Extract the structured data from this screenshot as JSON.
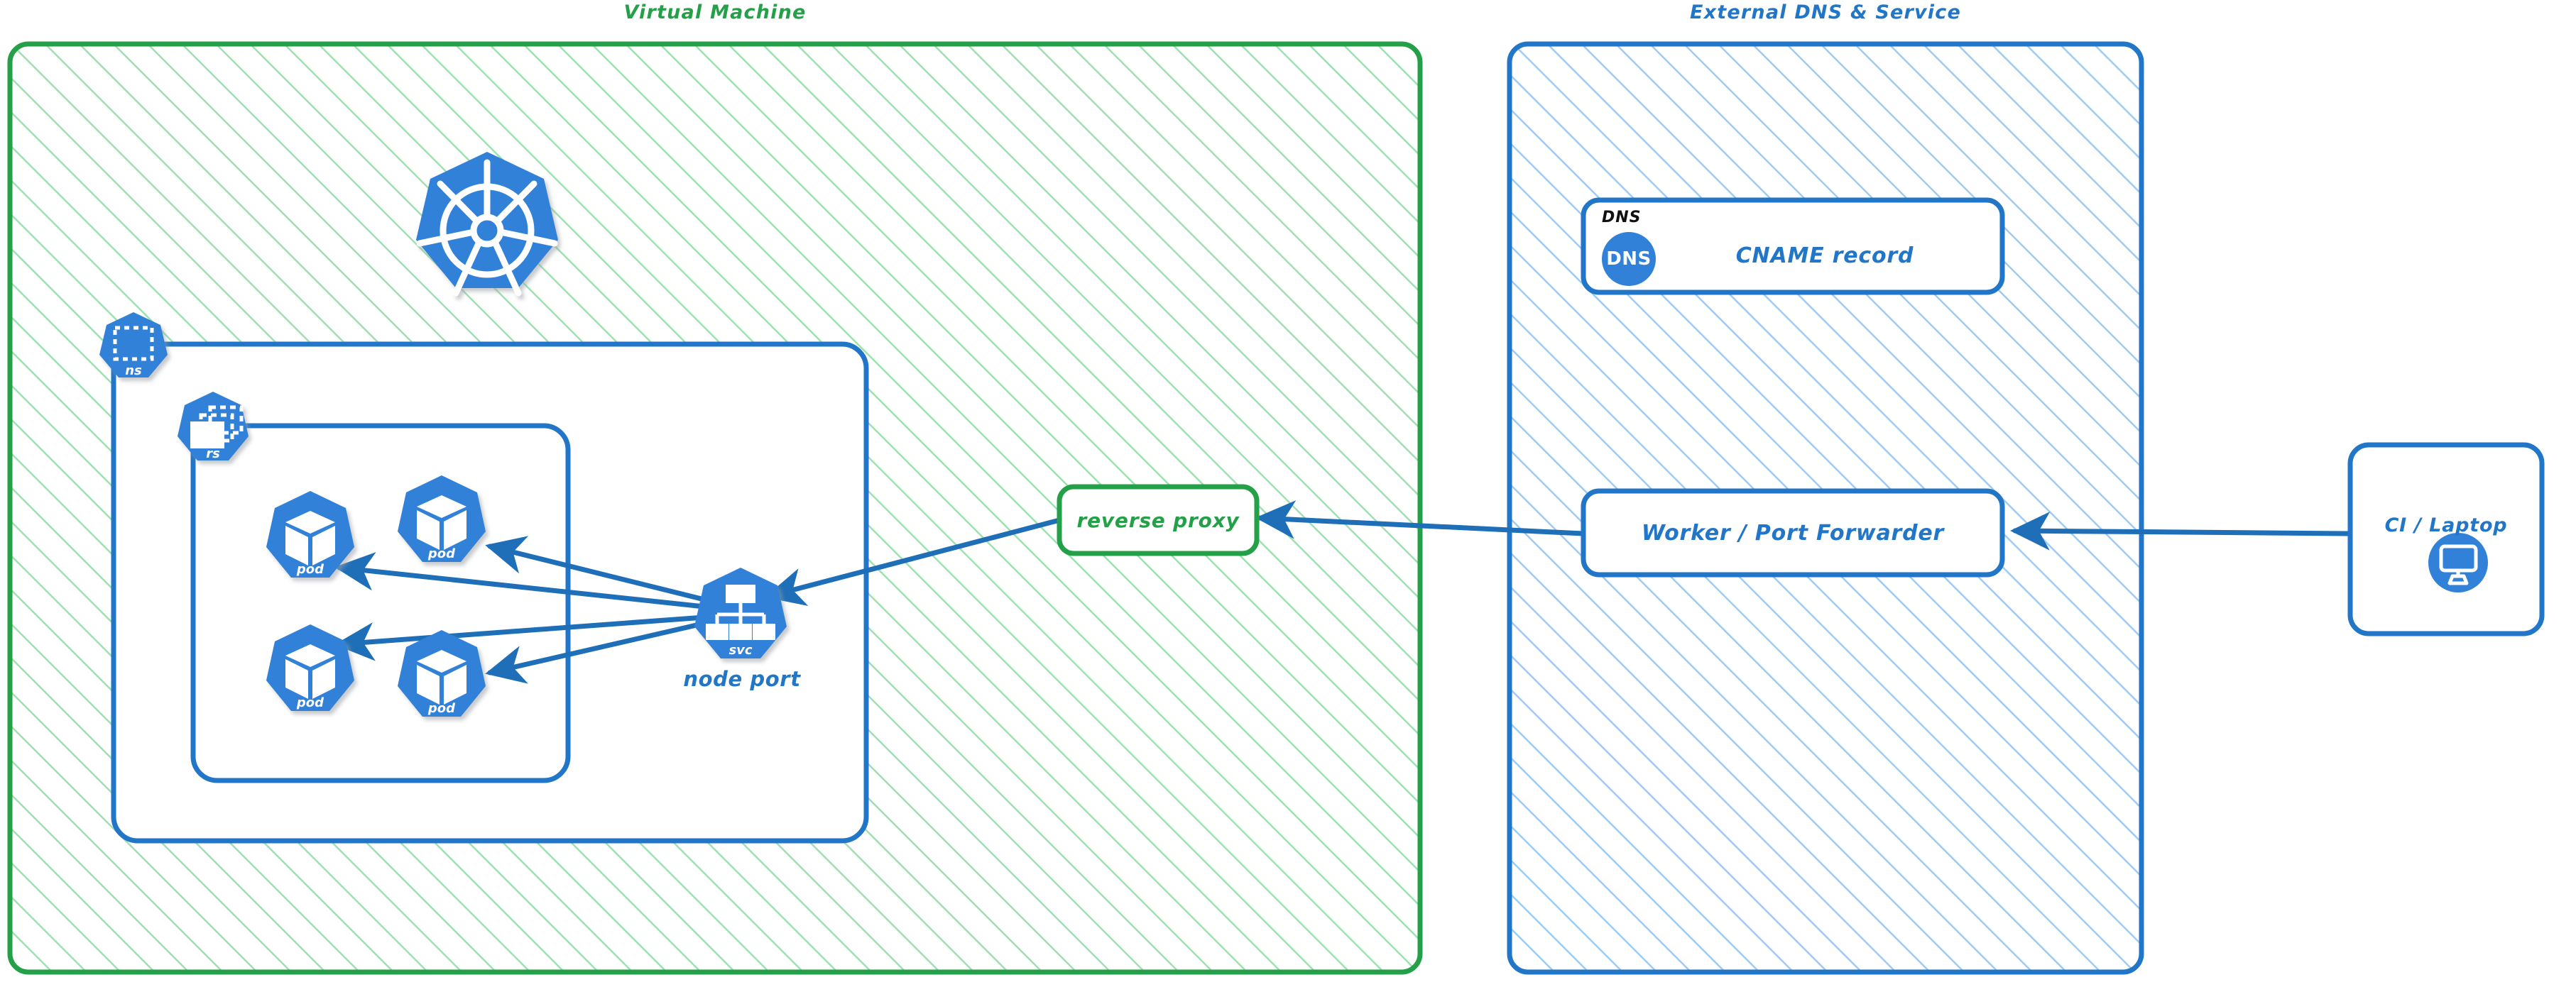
{
  "diagram": {
    "title_hidden": "Kubernetes NodePort exposure via reverse proxy and external DNS",
    "colors": {
      "green_border": "#24a148",
      "green_hatch": "#9fe0b0",
      "blue_border": "#2176c7",
      "blue_hatch": "#9ecbf5",
      "k8s_blue": "#3181d8",
      "arrow_blue": "#1f6fb8",
      "white": "#ffffff",
      "black": "#1b1b1b"
    }
  },
  "panels": [
    {
      "id": "vm",
      "title": "Virtual Machine",
      "accent": "#24a148"
    },
    {
      "id": "external",
      "title": "External DNS & Service",
      "accent": "#2176c7"
    }
  ],
  "vm": {
    "k8s_logo": {
      "name": "kubernetes-logo",
      "caption": ""
    },
    "namespace_badge": {
      "caption": "ns",
      "icon": "namespace-icon"
    },
    "replicaset_badge": {
      "caption": "rs",
      "icon": "replicaset-icon"
    },
    "pods": [
      {
        "caption": "pod",
        "icon": "pod-icon"
      },
      {
        "caption": "pod",
        "icon": "pod-icon"
      },
      {
        "caption": "pod",
        "icon": "pod-icon"
      },
      {
        "caption": "pod",
        "icon": "pod-icon"
      }
    ],
    "service": {
      "caption": "svc",
      "icon": "service-icon",
      "label": "node port"
    },
    "reverse_proxy": {
      "label": "reverse proxy"
    }
  },
  "external": {
    "dns_card": {
      "tag": "DNS",
      "badge_text": "DNS",
      "label": "CNAME record"
    },
    "worker_card": {
      "label": "Worker / Port Forwarder"
    }
  },
  "client": {
    "card": {
      "label": "CI / Laptop",
      "icon": "desktop-monitor-icon"
    }
  },
  "edges": [
    {
      "from": "svc",
      "to": "pod-1",
      "style": "arrow"
    },
    {
      "from": "svc",
      "to": "pod-2",
      "style": "arrow"
    },
    {
      "from": "svc",
      "to": "pod-3",
      "style": "arrow"
    },
    {
      "from": "svc",
      "to": "pod-4",
      "style": "arrow"
    },
    {
      "from": "reverse-proxy",
      "to": "svc",
      "style": "arrow"
    },
    {
      "from": "worker-port-forwarder",
      "to": "reverse-proxy",
      "style": "arrow"
    },
    {
      "from": "ci-laptop",
      "to": "worker-port-forwarder",
      "style": "arrow"
    }
  ]
}
